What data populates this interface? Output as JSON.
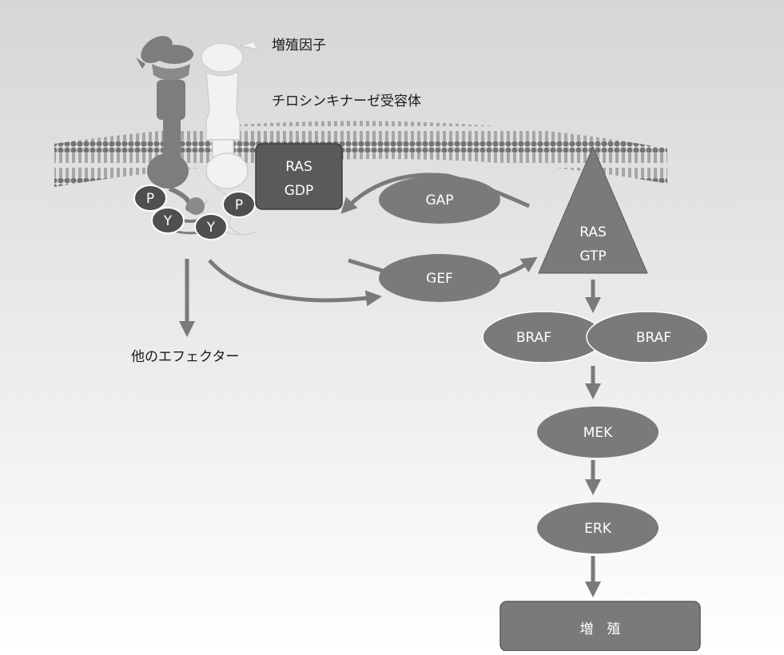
{
  "labels": {
    "growth_factor": "増殖因子",
    "receptor": "チロシンキナーゼ受容体",
    "other_effectors": "他のエフェクター",
    "ras_gdp_line1": "RAS",
    "ras_gdp_line2": "GDP",
    "ras_gtp_line1": "RAS",
    "ras_gtp_line2": "GTP",
    "gap": "GAP",
    "gef": "GEF",
    "braf_left": "BRAF",
    "braf_right": "BRAF",
    "mek": "MEK",
    "erk": "ERK",
    "proliferation": "増　殖",
    "p1": "P",
    "p2": "P",
    "y1": "Y",
    "y2": "Y"
  },
  "colors": {
    "background_top": "#d9d9d9",
    "background_bottom": "#ffffff",
    "node_fill": "#7a7a7a",
    "ras_gdp_fill": "#5a5a5a",
    "receptor_dark": "#7d7d7d",
    "receptor_light": "#f2f2f2",
    "arrow": "#7a7a7a",
    "membrane_head": "#6e6e6e"
  }
}
